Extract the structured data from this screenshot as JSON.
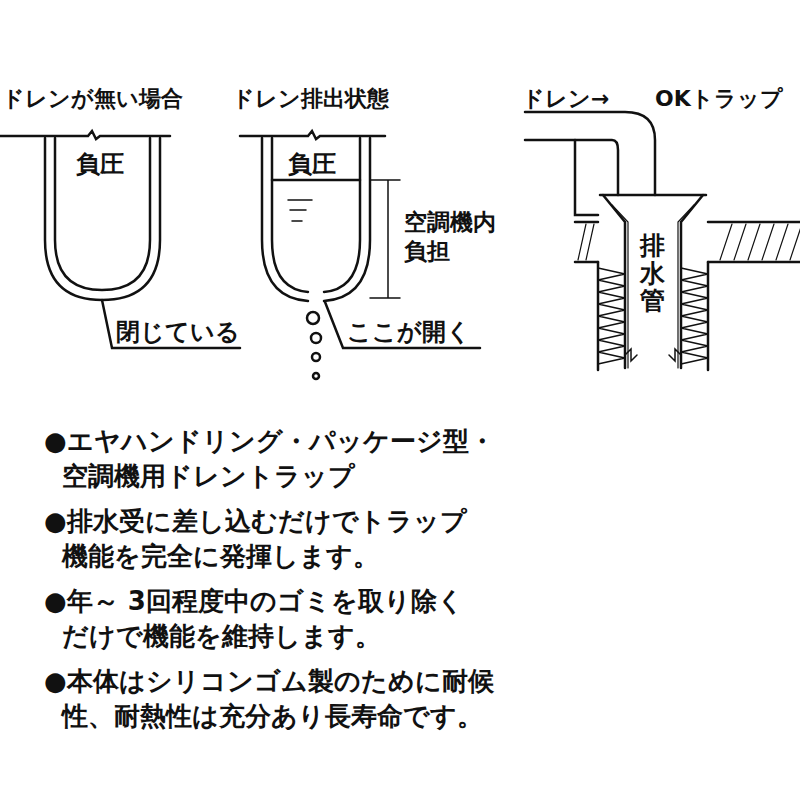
{
  "diagram": {
    "labels": [
      "ドレンが無い場合",
      "ドレン排出状態",
      "ドレン→",
      "OKトラップ",
      "負圧",
      "閉じている",
      "負圧",
      "空調機内 負担",
      "ここが開く",
      "排水管",
      "●エヤハンドリング・パッケージ型・ 空調機用ドレントラップ",
      "●排水受に差し込むだけでトラップ 機能を完全に発揮します。",
      "●年～ 3回程度中のゴミを取り除く だけで機能を維持します。",
      "●本体はシリコンゴム製のために耐候 性、耐熱性は充分あり長寿命です。"
    ]
  }
}
